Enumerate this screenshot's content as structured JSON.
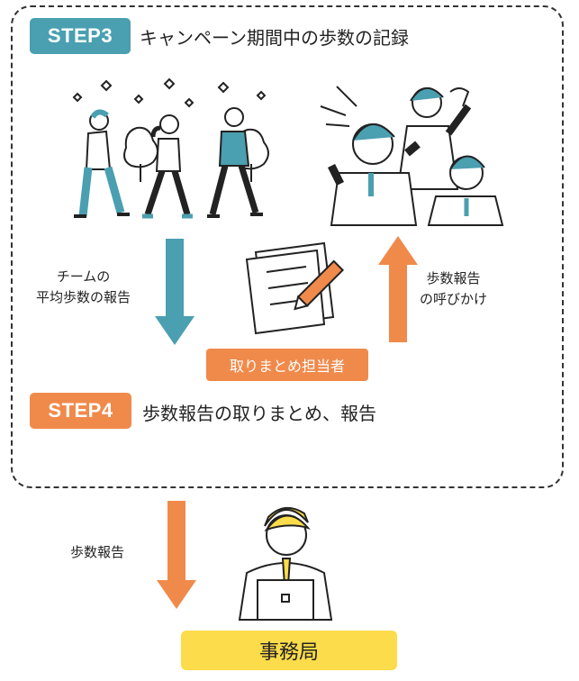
{
  "step3": {
    "badge": "STEP3",
    "title": "キャンペーン期間中の歩数の記録"
  },
  "step4": {
    "badge": "STEP4",
    "title": "歩数報告の取りまとめ、報告"
  },
  "labels": {
    "team_report_line1": "チームの",
    "team_report_line2": "平均歩数の報告",
    "call_line1": "歩数報告",
    "call_line2": "の呼びかけ",
    "coordinator": "取りまとめ担当者",
    "step_report": "歩数報告",
    "office": "事務局"
  },
  "icons": [
    "walking-people-illustration",
    "cheering-team-illustration",
    "document-pencil-icon",
    "office-worker-laptop-illustration"
  ],
  "colors": {
    "teal": "#4a9fb0",
    "orange": "#f08a4b",
    "yellow": "#fcdc4a"
  }
}
